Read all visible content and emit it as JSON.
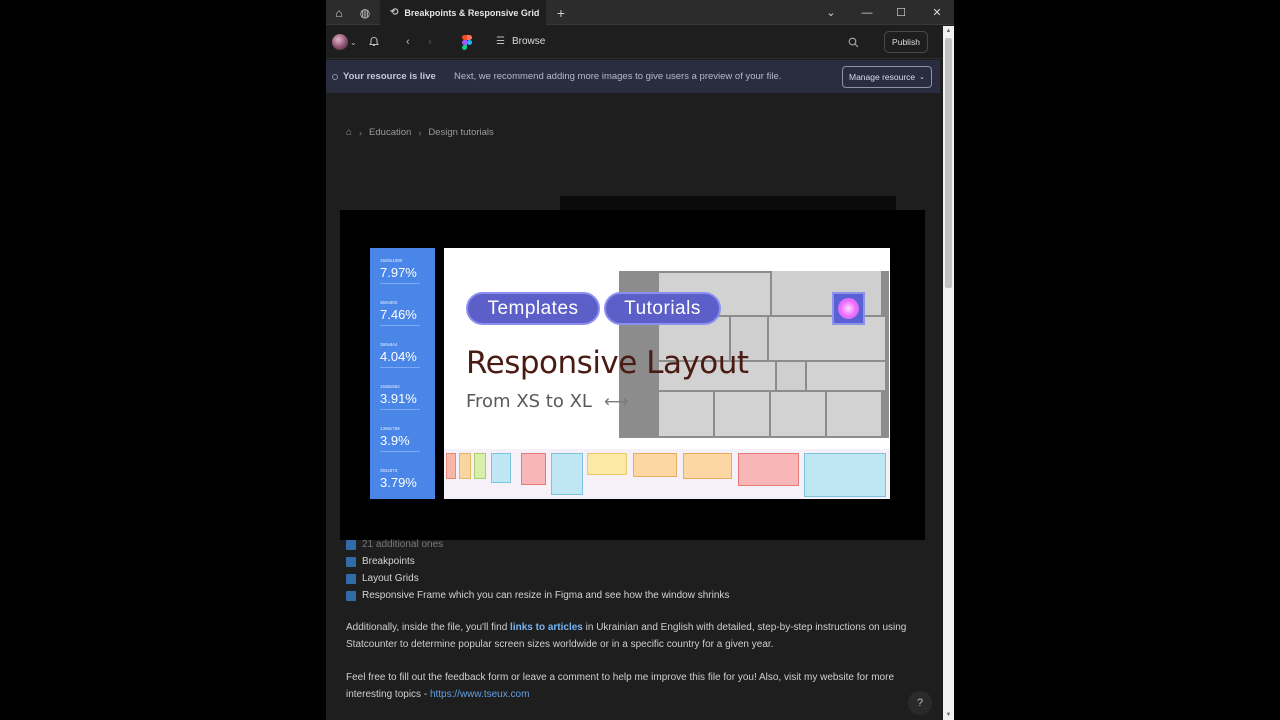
{
  "browser": {
    "tab_title": "Breakpoints & Responsive Grid",
    "new_tab": "+"
  },
  "toolbar": {
    "browse_label": "Browse",
    "publish_label": "Publish"
  },
  "banner": {
    "title": "Your resource is live",
    "message": "Next, we recommend adding more images to give users a preview of your file.",
    "manage_label": "Manage resource"
  },
  "breadcrumb": {
    "items": [
      "Education",
      "Design tutorials"
    ]
  },
  "preview": {
    "stats": [
      {
        "res": "1920x1080",
        "pct": "7.97%"
      },
      {
        "res": "360x800",
        "pct": "7.46%"
      },
      {
        "res": "390x844",
        "pct": "4.04%"
      },
      {
        "res": "1536x864",
        "pct": "3.91%"
      },
      {
        "res": "1366x768",
        "pct": "3.9%"
      },
      {
        "res": "393x873",
        "pct": "3.79%"
      }
    ],
    "tags": [
      "Templates",
      "Tutorials"
    ],
    "headline": "Responsive Layout",
    "subtitle": "From XS to XL",
    "arrow": "⟷"
  },
  "content": {
    "list": [
      "21 additional ones",
      "Breakpoints",
      "Layout Grids",
      "Responsive Frame which you can resize in Figma and see how the window shrinks"
    ],
    "para1_pre": "Additionally, inside the file, you'll find ",
    "para1_bold": "links to articles",
    "para1_post": " in Ukrainian and English with detailed, step-by-step instructions on using Statcounter to determine popular screen sizes worldwide or in a specific country for a given year.",
    "para2_pre": "Feel free to fill out the feedback form or leave a comment to help me improve this file for you! Also, visit my website for more interesting topics - ",
    "para2_link": "https://www.tseux.com"
  },
  "help_label": "?"
}
